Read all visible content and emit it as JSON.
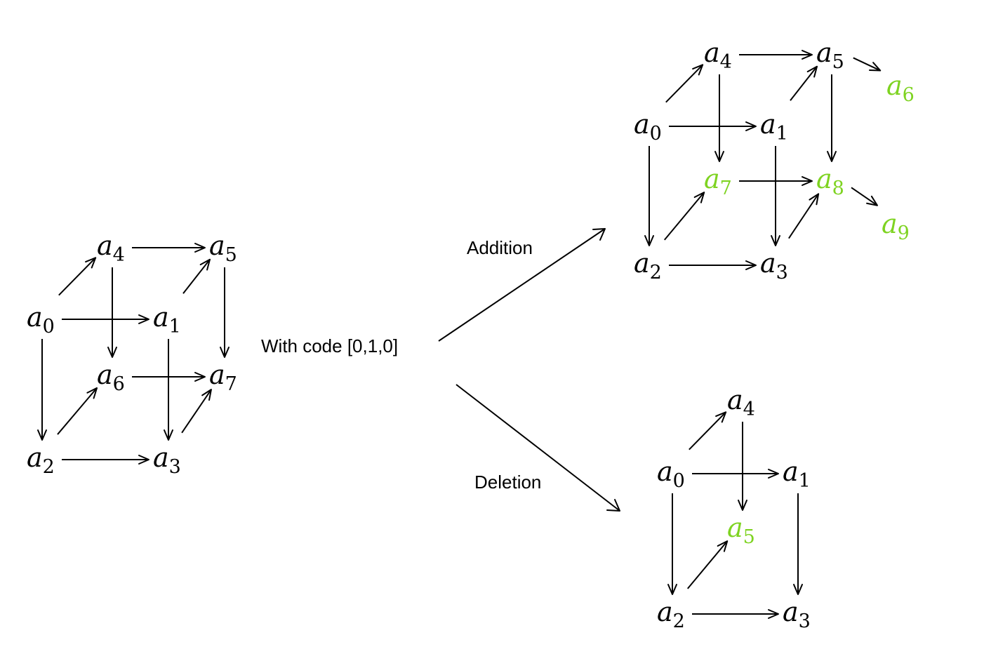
{
  "colors": {
    "ink": "#000000",
    "highlight": "#7ed321"
  },
  "label_code": "With code [0,1,0]",
  "label_addition": "Addition",
  "label_deletion": "Deletion",
  "groups": [
    {
      "id": "original",
      "nodes": [
        {
          "id": "0",
          "text": "a",
          "sub": "0",
          "new": false
        },
        {
          "id": "1",
          "text": "a",
          "sub": "1",
          "new": false
        },
        {
          "id": "2",
          "text": "a",
          "sub": "2",
          "new": false
        },
        {
          "id": "3",
          "text": "a",
          "sub": "3",
          "new": false
        },
        {
          "id": "4",
          "text": "a",
          "sub": "4",
          "new": false
        },
        {
          "id": "5",
          "text": "a",
          "sub": "5",
          "new": false
        },
        {
          "id": "6",
          "text": "a",
          "sub": "6",
          "new": false
        },
        {
          "id": "7",
          "text": "a",
          "sub": "7",
          "new": false
        }
      ],
      "edges": [
        [
          "0",
          "1"
        ],
        [
          "0",
          "2"
        ],
        [
          "1",
          "3"
        ],
        [
          "2",
          "3"
        ],
        [
          "4",
          "5"
        ],
        [
          "4",
          "6"
        ],
        [
          "5",
          "7"
        ],
        [
          "6",
          "7"
        ],
        [
          "0",
          "4"
        ],
        [
          "1",
          "5"
        ],
        [
          "2",
          "6"
        ],
        [
          "3",
          "7"
        ]
      ]
    },
    {
      "id": "addition",
      "nodes": [
        {
          "id": "0",
          "text": "a",
          "sub": "0",
          "new": false
        },
        {
          "id": "1",
          "text": "a",
          "sub": "1",
          "new": false
        },
        {
          "id": "2",
          "text": "a",
          "sub": "2",
          "new": false
        },
        {
          "id": "3",
          "text": "a",
          "sub": "3",
          "new": false
        },
        {
          "id": "4",
          "text": "a",
          "sub": "4",
          "new": false
        },
        {
          "id": "5",
          "text": "a",
          "sub": "5",
          "new": false
        },
        {
          "id": "6",
          "text": "a",
          "sub": "6",
          "new": true
        },
        {
          "id": "7",
          "text": "a",
          "sub": "7",
          "new": true
        },
        {
          "id": "8",
          "text": "a",
          "sub": "8",
          "new": true
        },
        {
          "id": "9",
          "text": "a",
          "sub": "9",
          "new": true
        }
      ],
      "edges": [
        [
          "0",
          "1"
        ],
        [
          "0",
          "2"
        ],
        [
          "1",
          "3"
        ],
        [
          "2",
          "3"
        ],
        [
          "4",
          "5"
        ],
        [
          "4",
          "7"
        ],
        [
          "5",
          "8"
        ],
        [
          "7",
          "8"
        ],
        [
          "0",
          "4"
        ],
        [
          "1",
          "5"
        ],
        [
          "2",
          "7"
        ],
        [
          "3",
          "8"
        ],
        [
          "5",
          "6"
        ],
        [
          "8",
          "9"
        ]
      ]
    },
    {
      "id": "deletion",
      "nodes": [
        {
          "id": "0",
          "text": "a",
          "sub": "0",
          "new": false
        },
        {
          "id": "1",
          "text": "a",
          "sub": "1",
          "new": false
        },
        {
          "id": "2",
          "text": "a",
          "sub": "2",
          "new": false
        },
        {
          "id": "3",
          "text": "a",
          "sub": "3",
          "new": false
        },
        {
          "id": "4",
          "text": "a",
          "sub": "4",
          "new": false
        },
        {
          "id": "5",
          "text": "a",
          "sub": "5",
          "new": true
        }
      ],
      "edges": [
        [
          "0",
          "1"
        ],
        [
          "0",
          "2"
        ],
        [
          "1",
          "3"
        ],
        [
          "2",
          "3"
        ],
        [
          "4",
          "5"
        ],
        [
          "0",
          "4"
        ],
        [
          "2",
          "5"
        ]
      ]
    }
  ]
}
